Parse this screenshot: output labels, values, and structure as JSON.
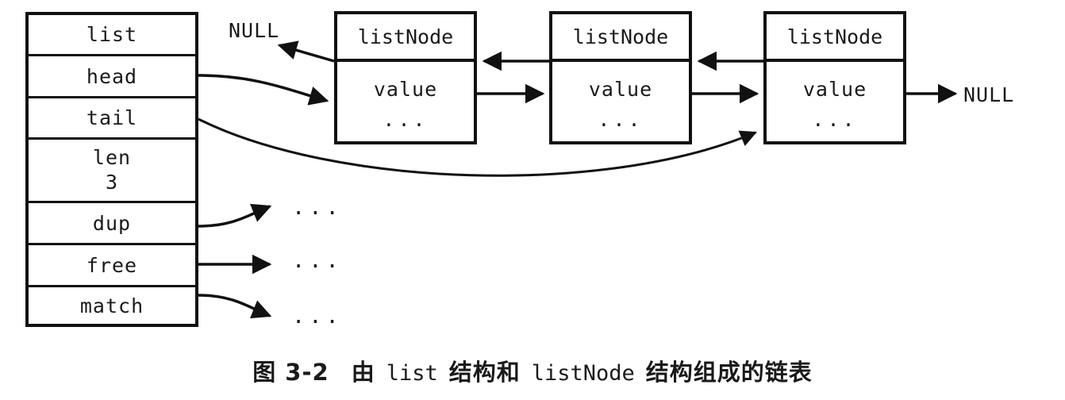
{
  "figure": {
    "caption_prefix": "图 3-2",
    "caption_part1": "由",
    "caption_mono1": "list",
    "caption_part2": "结构和",
    "caption_mono2": "listNode",
    "caption_part3": "结构组成的链表"
  },
  "list_struct": {
    "title": "list",
    "fields": [
      {
        "name": "head",
        "value": ""
      },
      {
        "name": "tail",
        "value": ""
      },
      {
        "name": "len",
        "value": "3"
      },
      {
        "name": "dup",
        "value": ""
      },
      {
        "name": "free",
        "value": ""
      },
      {
        "name": "match",
        "value": ""
      }
    ]
  },
  "nodes": [
    {
      "header": "listNode",
      "value": "value",
      "more": "..."
    },
    {
      "header": "listNode",
      "value": "value",
      "more": "..."
    },
    {
      "header": "listNode",
      "value": "value",
      "more": "..."
    }
  ],
  "labels": {
    "null_left": "NULL",
    "null_right": "NULL",
    "dots_dup": "...",
    "dots_free": "...",
    "dots_match": "..."
  },
  "colors": {
    "ink": "#111111",
    "paper": "#ffffff"
  }
}
